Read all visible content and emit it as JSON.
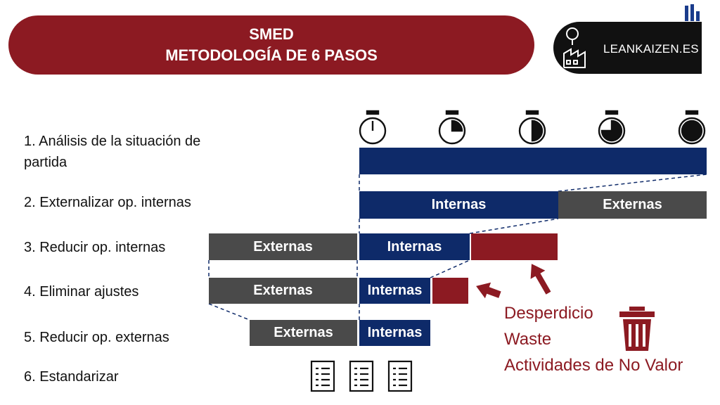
{
  "header": {
    "title_line1": "SMED",
    "title_line2": "METODOLOGÍA DE 6 PASOS"
  },
  "logo": {
    "text": "LEANKAIZEN.ES"
  },
  "steps": [
    {
      "label_line1": "1. Análisis de la situación de",
      "label_line2": "partida"
    },
    {
      "label": "2. Externalizar op. internas"
    },
    {
      "label": "3. Reducir op. internas"
    },
    {
      "label": "4. Eliminar ajustes"
    },
    {
      "label": "5. Reducir op. externas"
    },
    {
      "label": "6. Estandarizar"
    }
  ],
  "bars": {
    "internas": "Internas",
    "externas": "Externas"
  },
  "waste": {
    "line1": "Desperdicio",
    "line2": "Waste",
    "line3": "Actividades de No Valor"
  },
  "colors": {
    "brand_red": "#8c1a22",
    "internal_blue": "#0e2a69",
    "external_gray": "#4a4a4a"
  },
  "icons": [
    "stopwatch-icon",
    "checklist-icon",
    "trash-icon",
    "arrow-icon",
    "lightbulb-factory-icon"
  ]
}
